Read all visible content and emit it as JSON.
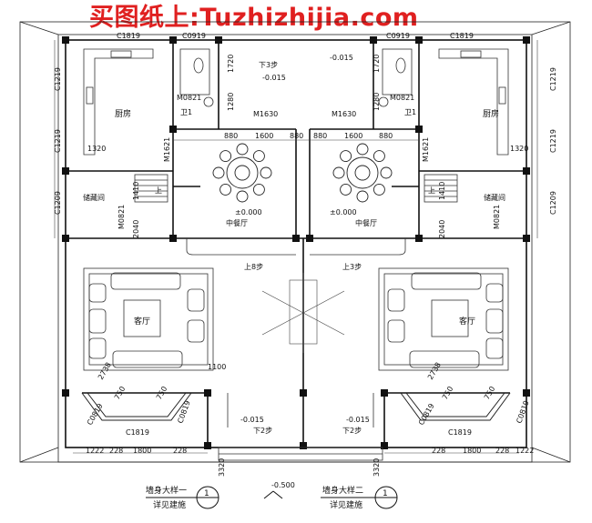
{
  "watermark": "买图纸上:Tuzhizhijia.com",
  "rooms": {
    "kitchen": "厨房",
    "storage": "储藏间",
    "dining": "中餐厅",
    "living": "客厅",
    "wc": "卫1"
  },
  "doors": {
    "c1819": "C1819",
    "c0919": "C0919",
    "c1219": "C1219",
    "c1209": "C1209",
    "c0819": "C0819",
    "m0821": "M0821",
    "m1621": "M1621",
    "m1630": "M1630"
  },
  "levels": {
    "top_minus": "-0.015",
    "dining_zero": "±0.000",
    "front_minus": "-0.015",
    "outside": "-0.500"
  },
  "steps": {
    "down3": "下3步",
    "up8": "上8步",
    "up3": "上3步",
    "down2": "下2步",
    "up": "上"
  },
  "dims": {
    "d1720": "1720",
    "d1280": "1280",
    "d880": "880",
    "d1600": "1600",
    "d1320": "1320",
    "d1410": "1410",
    "d2040": "2040",
    "d750": "750",
    "d1100": "1100",
    "d2738": "2738",
    "d3320": "3320",
    "d1222": "1222",
    "d228": "228",
    "d1800": "1800"
  },
  "callouts": {
    "left_title": "墙身大样一",
    "left_sub": "详见建施",
    "right_title": "墙身大样二",
    "right_sub": "详见建施",
    "number": "1"
  }
}
